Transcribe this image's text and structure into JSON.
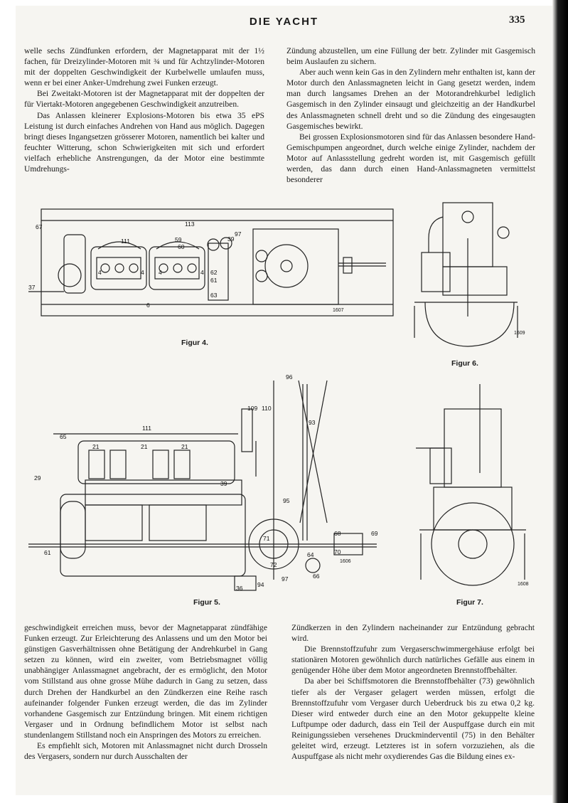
{
  "header": {
    "title": "DIE YACHT",
    "page_number": "335"
  },
  "columns": {
    "top_left": [
      "welle sechs Zündfunken erfordern, der Magnetapparat mit der 1½ fachen, für Dreizylinder-Motoren mit ¾ und für Achtzylinder-Motoren mit der doppelten Geschwindigkeit der Kurbelwelle umlaufen muss, wenn er bei einer Anker-Umdrehung zwei Funken erzeugt.",
      "Bei Zweitakt-Motoren ist der Magnetapparat mit der doppelten der für Viertakt-Motoren angegebenen Geschwindigkeit anzutreiben.",
      "Das Anlassen kleinerer Explosions-Motoren bis etwa 35 ePS Leistung ist durch einfaches Andrehen von Hand aus möglich. Dagegen bringt dieses Ingangsetzen grösserer Motoren, namentlich bei kalter und feuchter Witterung, schon Schwierigkeiten mit sich und erfordert vielfach erhebliche Anstrengungen, da der Motor eine bestimmte Umdrehungs-"
    ],
    "top_right": [
      "Zündung abzustellen, um eine Füllung der betr. Zylinder mit Gasgemisch beim Auslaufen zu sichern.",
      "Aber auch wenn kein Gas in den Zylindern mehr enthalten ist, kann der Motor durch den Anlassmagneten leicht in Gang gesetzt werden, indem man durch langsames Drehen an der Motorandrehkurbel lediglich Gasgemisch in den Zylinder einsaugt und gleichzeitig an der Handkurbel des Anlassmagneten schnell dreht und so die Zündung des eingesaugten Gasgemisches bewirkt.",
      "Bei grossen Explosionsmotoren sind für das Anlassen besondere Hand-Gemischpumpen angeordnet, durch welche einige Zylinder, nachdem der Motor auf Anlassstellung gedreht worden ist, mit Gasgemisch gefüllt werden, das dann durch einen Hand-Anlassmagneten vermittelst besonderer"
    ],
    "bottom_left": [
      "geschwindigkeit erreichen muss, bevor der Magnetapparat zündfähige Funken erzeugt. Zur Erleichterung des Anlassens und um den Motor bei günstigen Gasverhältnissen ohne Betätigung der Andrehkurbel in Gang setzen zu können, wird ein zweiter, vom Betriebsmagnet völlig unabhängiger Anlassmagnet angebracht, der es ermöglicht, den Motor vom Stillstand aus ohne grosse Mühe dadurch in Gang zu setzen, dass durch Drehen der Handkurbel an den Zündkerzen eine Reihe rasch aufeinander folgender Funken erzeugt werden, die das im Zylinder vorhandene Gasgemisch zur Entzündung bringen. Mit einem richtigen Vergaser und in Ordnung befindlichem Motor ist selbst nach stundenlangem Stillstand noch ein Anspringen des Motors zu erreichen.",
      "Es empfiehlt sich, Motoren mit Anlassmagnet nicht durch Drosseln des Vergasers, sondern nur durch Ausschalten der"
    ],
    "bottom_right": [
      "Zündkerzen in den Zylindern nacheinander zur Entzündung gebracht wird.",
      "Die Brennstoffzufuhr zum Vergaserschwimmergehäuse erfolgt bei stationären Motoren gewöhnlich durch natürliches Gefälle aus einem in genügender Höhe über dem Motor angeordneten Brennstoffbehälter.",
      "Da aber bei Schiffsmotoren die Brennstoffbehälter (73) gewöhnlich tiefer als der Vergaser gelagert werden müssen, erfolgt die Brennstoffzufuhr vom Vergaser durch Ueberdruck bis zu etwa 0,2 kg. Dieser wird entweder durch eine an den Motor gekuppelte kleine Luftpumpe oder dadurch, dass ein Teil der Auspuffgase durch ein mit Reinigungssieben versehenes Druckminderventil (75) in den Behälter geleitet wird, erzeugt. Letzteres ist in sofern vorzuziehen, als die Auspuffgase als nicht mehr oxydierendes Gas die Bildung eines ex-"
    ]
  },
  "figures": {
    "fig4": {
      "caption": "Figur 4.",
      "plate_number": "1607",
      "labels": [
        "67",
        "113",
        "111",
        "59",
        "60",
        "39",
        "97",
        "4",
        "4",
        "4",
        "4",
        "62",
        "61",
        "37",
        "63",
        "6"
      ]
    },
    "fig5": {
      "caption": "Figur 5.",
      "plate_number": "1606",
      "labels": [
        "96",
        "109",
        "110",
        "93",
        "111",
        "65",
        "21",
        "21",
        "21",
        "29",
        "39",
        "95",
        "71",
        "72",
        "66",
        "64",
        "70",
        "68",
        "69",
        "61",
        "36",
        "94",
        "97"
      ]
    },
    "fig6": {
      "caption": "Figur 6.",
      "plate_number": "1609"
    },
    "fig7": {
      "caption": "Figur 7.",
      "plate_number": "1608"
    }
  }
}
